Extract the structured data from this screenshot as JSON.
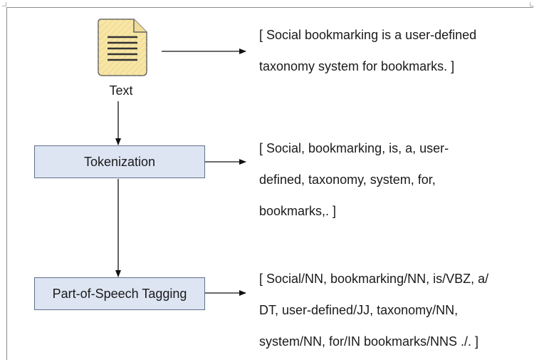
{
  "document": {
    "label": "Text",
    "fill_color": "#f7e6a6",
    "border_color": "#666666",
    "icon": "document-icon"
  },
  "steps": [
    {
      "label": "Tokenization"
    },
    {
      "label": "Part-of-Speech Tagging"
    }
  ],
  "box_fill_color": "#dde5f3",
  "outputs": [
    {
      "lines": [
        "[ Social bookmarking is a user-defined",
        "taxonomy system for bookmarks. ]"
      ]
    },
    {
      "lines": [
        "[ Social, bookmarking, is, a, user-",
        "defined, taxonomy, system, for,",
        "bookmarks,. ]"
      ]
    },
    {
      "lines": [
        "[ Social/NN, bookmarking/NN, is/VBZ, a/",
        "DT, user-defined/JJ, taxonomy/NN,",
        "system/NN, for/IN bookmarks/NNS ./. ]"
      ]
    }
  ]
}
